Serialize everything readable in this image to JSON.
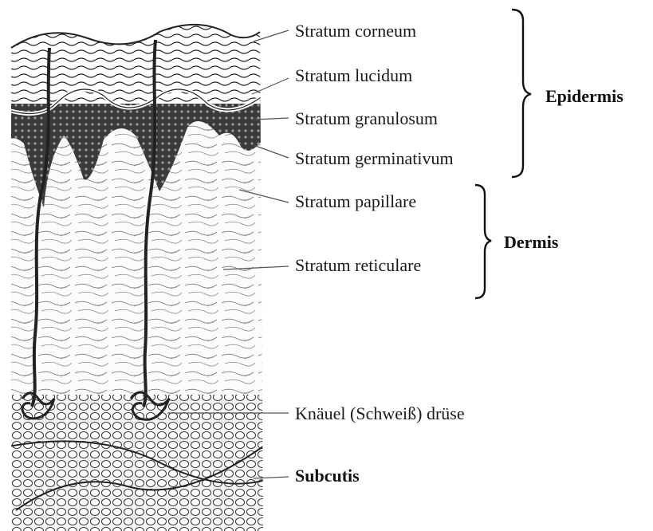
{
  "labels": {
    "corneum": "Stratum corneum",
    "lucidum": "Stratum lucidum",
    "granulosum": "Stratum granulosum",
    "germinativum": "Stratum germinativum",
    "papillare": "Stratum papillare",
    "reticulare": "Stratum reticulare",
    "sweat_gland": "Knäuel (Schweiß) drüse",
    "subcutis": "Subcutis"
  },
  "groups": {
    "epidermis": "Epidermis",
    "dermis": "Dermis"
  },
  "colors": {
    "ink": "#1a1a1a",
    "background": "#ffffff"
  }
}
